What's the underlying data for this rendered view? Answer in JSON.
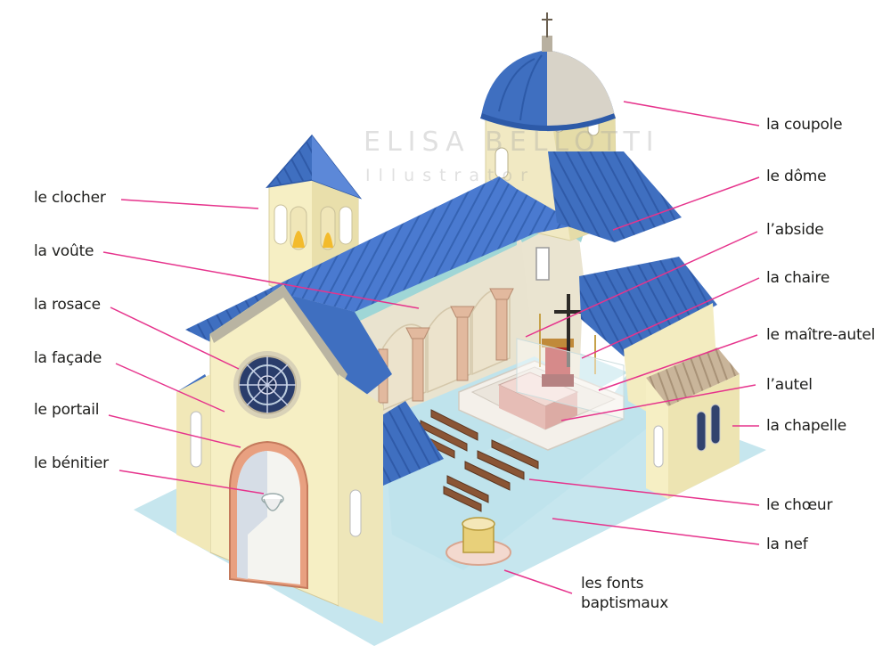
{
  "watermark": {
    "name": "ELISA BELLOTTI",
    "role": "Illustrator"
  },
  "labels": {
    "clocher": "le clocher",
    "voute": "la voûte",
    "rosace": "la rosace",
    "facade": "la façade",
    "portail": "le portail",
    "benitier": "le bénitier",
    "coupole": "la coupole",
    "dome": "le dôme",
    "abside": "l’abside",
    "chaire": "la chaire",
    "maitre_autel": "le maître-autel",
    "autel": "l’autel",
    "chapelle": "la chapelle",
    "choeur": "le chœur",
    "nef": "la nef",
    "fonts": "les fonts\nbaptismaux"
  },
  "colors": {
    "roof_blue": "#3f6fc0",
    "wall_cream": "#f6efc4",
    "floor_aqua": "#bfe3ec",
    "leader_pink": "#e6338c",
    "pew_brown": "#7a4a2e"
  },
  "icons": [
    "cross-icon",
    "rose-window-icon",
    "bell-icon",
    "baptismal-font-icon",
    "holy-water-font-icon"
  ]
}
